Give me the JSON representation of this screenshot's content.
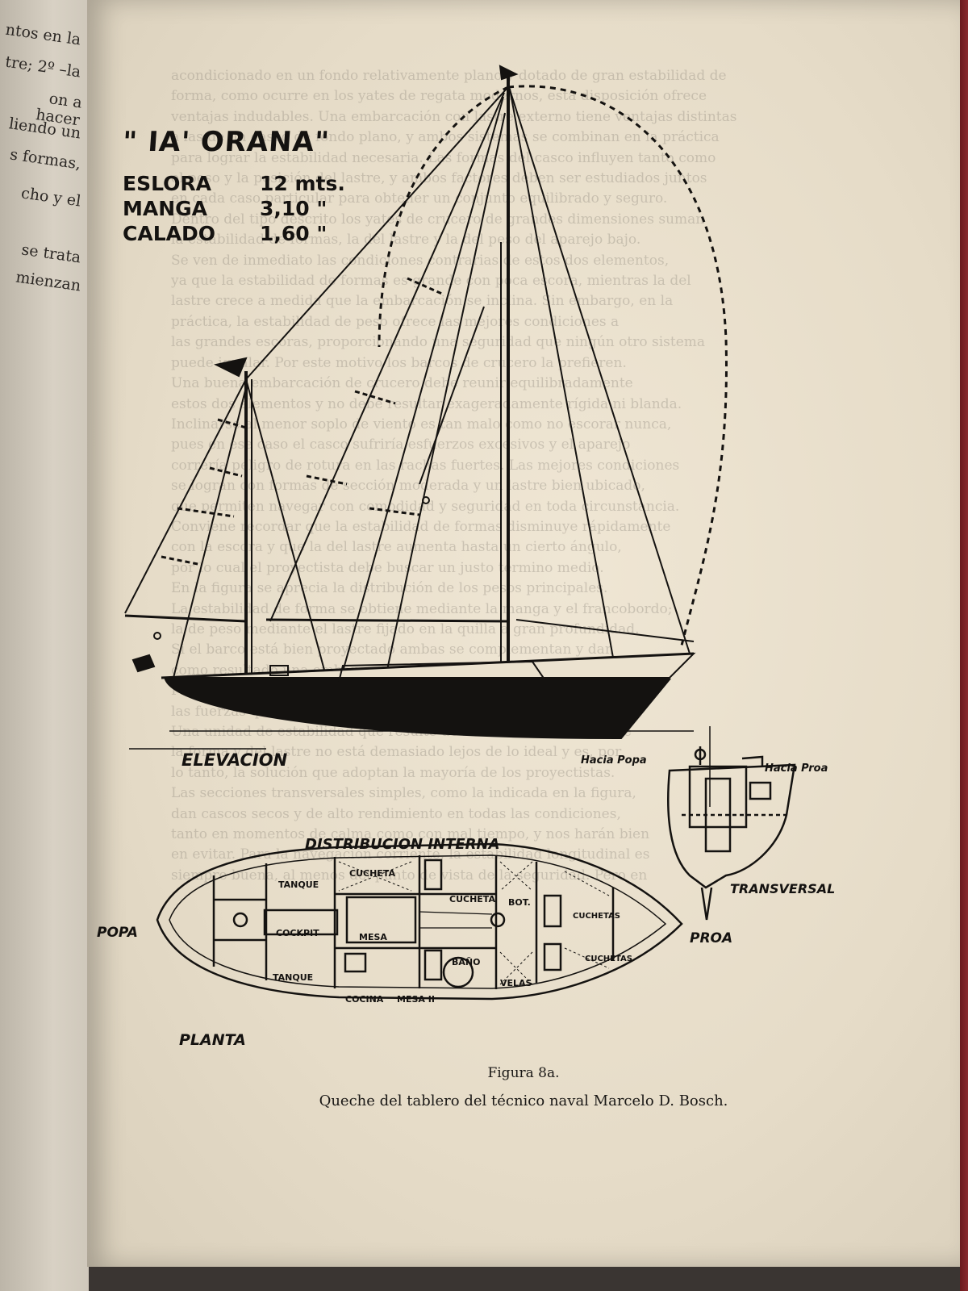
{
  "left_page_fragments": [
    "ntos en la",
    "tre; 2º –la",
    "on a hacer",
    "liendo un",
    "s formas,",
    "cho y el",
    "se trata",
    "mienzan"
  ],
  "background_text": [
    "acondicionado en un fondo relativamente plano y dotado de gran estabilidad de",
    "forma, como ocurre en los yates de regata modernos, esta disposición ofrece",
    "ventajas indudables. Una embarcación con lastre externo tiene ventajas distintas",
    "a las de un casco de fondo plano, y ambos sistemas se combinan en la práctica",
    "para lograr la estabilidad necesaria. Las formas del casco influyen tanto como",
    "el peso y la posición del lastre, y ambos factores deben ser estudiados juntos",
    "en cada caso particular para obtener un conjunto equilibrado y seguro.",
    "Dentro del tipo descrito los yates de crucero de grandes dimensiones suman",
    "la estabilidad de formas, la del lastre y la del peso del aparejo bajo.",
    "Se ven de inmediato las condiciones contrarias de estos dos elementos,",
    "ya que la estabilidad de formas es grande con poca escora, mientras la del",
    "lastre crece a medida que la embarcación se inclina. Sin embargo, en la",
    "práctica, la estabilidad de peso ofrece las mejores condiciones a",
    "las grandes escoras, proporcionando una seguridad que ningún otro sistema",
    "puede igualar. Por este motivo los barcos de crucero la prefieren.",
    "Una buena embarcación de crucero debe reunir equilibradamente",
    "estos dos elementos y no debe resultar exageradamente rígida ni blanda.",
    "Inclinarse al menor soplo de viento es tan malo como no escorar nunca,",
    "pues en ese caso el casco sufriría esfuerzos excesivos y el aparejo",
    "correría peligro de rotura en las rachas fuertes. Las mejores condiciones",
    "se logran con formas de sección moderada y un lastre bien ubicado,",
    "que permiten navegar con comodidad y seguridad en toda circunstancia.",
    "Conviene recordar que la estabilidad de formas disminuye rápidamente",
    "con la escora y que la del lastre aumenta hasta un cierto ángulo,",
    "por lo cual el proyectista debe buscar un justo término medio.",
    "En la figura se aprecia la distribución de los pesos principales.",
    "La estabilidad de forma se obtiene mediante la manga y el francobordo;",
    "la de peso mediante el lastre fijado en la quilla a gran profundidad.",
    "Si el barco está bien proyectado ambas se complementan y dan",
    "como resultado una embarcación marinera y confortable.",
    "Para el sentido longitudinal el mismo criterio es válido, aunque",
    "las fuerzas que actúan son de distinta naturaleza y magnitud.",
    "Una unidad de estabilidad que resulte de la suma de la manga, de",
    "la forma y del lastre no está demasiado lejos de lo ideal y es, por",
    "lo tanto, la solución que adoptan la mayoría de los proyectistas.",
    "Las secciones transversales simples, como la indicada en la figura,",
    "dan cascos secos y de alto rendimiento en todas las condiciones,",
    "tanto en momentos de calma como con mal tiempo, y nos harán bien",
    "en evitar. Para la navegación corriente, la estabilidad longitudinal es",
    "siempre buena, al menos del punto de vista de la seguridad. Pero en"
  ],
  "title": "\" IA' ORANA\"",
  "specs": [
    {
      "label": "ESLORA",
      "value": "12 mts."
    },
    {
      "label": "MANGA",
      "value": "3,10 \""
    },
    {
      "label": "CALADO",
      "value": "1,60 \""
    }
  ],
  "labels": {
    "elevacion": "ELEVACION",
    "hacia_popa": "Hacia Popa",
    "hacia_proa": "Hacia Proa",
    "transversal": "TRANSVERSAL",
    "distribucion": "DISTRIBUCION INTERNA",
    "popa": "POPA",
    "proa": "PROA",
    "planta": "PLANTA"
  },
  "rooms": {
    "tanque_top": "TANQUE",
    "cucheta_1": "CUCHETA",
    "cucheta_2": "CUCHETA",
    "bot": "BOT.",
    "cuchetas_top": "CUCHETAS",
    "cockpit": "COCKPIT",
    "mesa": "MESA",
    "bano": "BAÑO",
    "cuchetas_bottom": "CUCHETAS",
    "tanque_bottom": "TANQUE",
    "cocina": "COCINA",
    "mesa_ii": "MESA II",
    "velas": "VELAS"
  },
  "caption": {
    "figure": "Figura 8a.",
    "text": "Queche del tablero del técnico naval Marcelo D. Bosch."
  },
  "colors": {
    "ink": "#141210",
    "paper": "#ebe2cf"
  }
}
